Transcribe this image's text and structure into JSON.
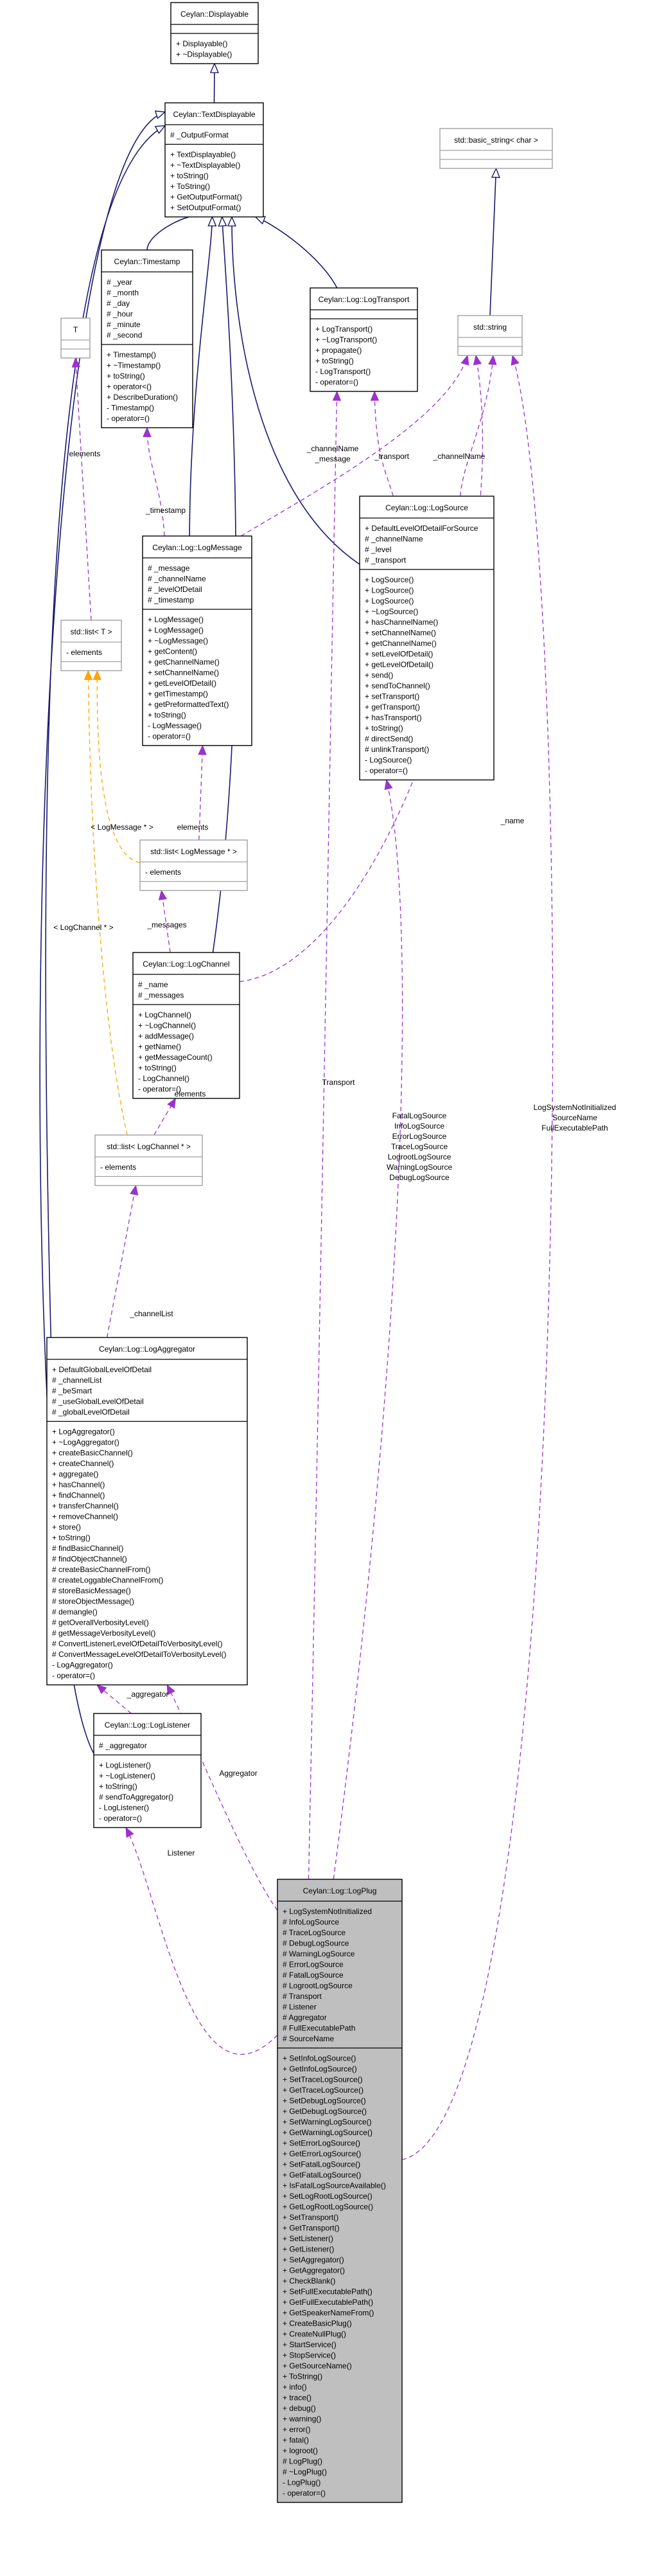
{
  "classes": [
    {
      "id": "displayable",
      "name": "Ceylan::Displayable",
      "attrs": [],
      "methods": [
        "+ Displayable()",
        "+ ~Displayable()"
      ]
    },
    {
      "id": "textdisplayable",
      "name": "Ceylan::TextDisplayable",
      "attrs": [
        "# _OutputFormat"
      ],
      "methods": [
        "+ TextDisplayable()",
        "+ ~TextDisplayable()",
        "+ toString()",
        "+ ToString()",
        "+ GetOutputFormat()",
        "+ SetOutputFormat()"
      ]
    },
    {
      "id": "basic_string",
      "name": "std::basic_string< char >",
      "style": "gray",
      "attrs": [],
      "methods": []
    },
    {
      "id": "timestamp",
      "name": "Ceylan::Timestamp",
      "attrs": [
        "# _year",
        "# _month",
        "# _day",
        "# _hour",
        "# _minute",
        "# _second"
      ],
      "methods": [
        "+ Timestamp()",
        "+ ~Timestamp()",
        "+ toString()",
        "+ operator<()",
        "+ DescribeDuration()",
        "- Timestamp()",
        "- operator=()"
      ]
    },
    {
      "id": "logtransport",
      "name": "Ceylan::Log::LogTransport",
      "attrs": [],
      "methods": [
        "+ LogTransport()",
        "+ ~LogTransport()",
        "+ propagate()",
        "+ toString()",
        "- LogTransport()",
        "- operator=()"
      ]
    },
    {
      "id": "T",
      "name": "T",
      "style": "gray",
      "attrs": [],
      "methods": []
    },
    {
      "id": "string",
      "name": "std::string",
      "style": "gray",
      "attrs": [],
      "methods": []
    },
    {
      "id": "logmessage",
      "name": "Ceylan::Log::LogMessage",
      "attrs": [
        "# _message",
        "# _channelName",
        "# _levelOfDetail",
        "# _timestamp"
      ],
      "methods": [
        "+ LogMessage()",
        "+ LogMessage()",
        "+ ~LogMessage()",
        "+ getContent()",
        "+ getChannelName()",
        "+ setChannelName()",
        "+ getLevelOfDetail()",
        "+ getTimestamp()",
        "+ getPreformattedText()",
        "+ toString()",
        "- LogMessage()",
        "- operator=()"
      ]
    },
    {
      "id": "logsource",
      "name": "Ceylan::Log::LogSource",
      "attrs": [
        "+ DefaultLevelOfDetailForSource",
        "# _channelName",
        "# _level",
        "# _transport"
      ],
      "methods": [
        "+ LogSource()",
        "+ LogSource()",
        "+ LogSource()",
        "+ ~LogSource()",
        "+ hasChannelName()",
        "+ setChannelName()",
        "+ getChannelName()",
        "+ setLevelOfDetail()",
        "+ getLevelOfDetail()",
        "+ send()",
        "+ sendToChannel()",
        "+ setTransport()",
        "+ getTransport()",
        "+ hasTransport()",
        "+ toString()",
        "# directSend()",
        "# unlinkTransport()",
        "- LogSource()",
        "- operator=()"
      ]
    },
    {
      "id": "list_T",
      "name": "std::list< T >",
      "style": "gray",
      "attrs": [
        "- elements"
      ],
      "methods": []
    },
    {
      "id": "list_logmessage",
      "name": "std::list< LogMessage * >",
      "style": "gray",
      "attrs": [
        "- elements"
      ],
      "methods": []
    },
    {
      "id": "logchannel",
      "name": "Ceylan::Log::LogChannel",
      "attrs": [
        "# _name",
        "# _messages"
      ],
      "methods": [
        "+ LogChannel()",
        "+ ~LogChannel()",
        "+ addMessage()",
        "+ getName()",
        "+ getMessageCount()",
        "+ toString()",
        "- LogChannel()",
        "- operator=()"
      ]
    },
    {
      "id": "list_logchannel",
      "name": "std::list< LogChannel * >",
      "style": "gray",
      "attrs": [
        "- elements"
      ],
      "methods": []
    },
    {
      "id": "logaggregator",
      "name": "Ceylan::Log::LogAggregator",
      "attrs": [
        "+ DefaultGlobalLevelOfDetail",
        "# _channelList",
        "# _beSmart",
        "# _useGlobalLevelOfDetail",
        "# _globalLevelOfDetail"
      ],
      "methods": [
        "+ LogAggregator()",
        "+ ~LogAggregator()",
        "+ createBasicChannel()",
        "+ createChannel()",
        "+ aggregate()",
        "+ hasChannel()",
        "+ findChannel()",
        "+ transferChannel()",
        "+ removeChannel()",
        "+ store()",
        "+ toString()",
        "# findBasicChannel()",
        "# findObjectChannel()",
        "# createBasicChannelFrom()",
        "# createLoggableChannelFrom()",
        "# storeBasicMessage()",
        "# storeObjectMessage()",
        "# demangle()",
        "# getOverallVerbosityLevel()",
        "# getMessageVerbosityLevel()",
        "# ConvertListenerLevelOfDetailToVerbosityLevel()",
        "# ConvertMessageLevelOfDetailToVerbosityLevel()",
        "- LogAggregator()",
        "- operator=()"
      ]
    },
    {
      "id": "loglistener",
      "name": "Ceylan::Log::LogListener",
      "attrs": [
        "# _aggregator"
      ],
      "methods": [
        "+ LogListener()",
        "+ ~LogListener()",
        "+ toString()",
        "# sendToAggregator()",
        "- LogListener()",
        "- operator=()"
      ]
    },
    {
      "id": "logplug",
      "name": "Ceylan::Log::LogPlug",
      "style": "focus",
      "attrs": [
        "+ LogSystemNotInitialized",
        "# InfoLogSource",
        "# TraceLogSource",
        "# DebugLogSource",
        "# WarningLogSource",
        "# ErrorLogSource",
        "# FatalLogSource",
        "# LogrootLogSource",
        "# Transport",
        "# Listener",
        "# Aggregator",
        "# FullExecutablePath",
        "# SourceName"
      ],
      "methods": [
        "+ SetInfoLogSource()",
        "+ GetInfoLogSource()",
        "+ SetTraceLogSource()",
        "+ GetTraceLogSource()",
        "+ SetDebugLogSource()",
        "+ GetDebugLogSource()",
        "+ SetWarningLogSource()",
        "+ GetWarningLogSource()",
        "+ SetErrorLogSource()",
        "+ GetErrorLogSource()",
        "+ SetFatalLogSource()",
        "+ GetFatalLogSource()",
        "+ IsFatalLogSourceAvailable()",
        "+ SetLogRootLogSource()",
        "+ GetLogRootLogSource()",
        "+ SetTransport()",
        "+ GetTransport()",
        "+ SetListener()",
        "+ GetListener()",
        "+ SetAggregator()",
        "+ GetAggregator()",
        "+ CheckBlank()",
        "+ SetFullExecutablePath()",
        "+ GetFullExecutablePath()",
        "+ GetSpeakerNameFrom()",
        "+ CreateBasicPlug()",
        "+ CreateNullPlug()",
        "+ StartService()",
        "+ StopService()",
        "+ GetSourceName()",
        "+ ToString()",
        "+ info()",
        "+ trace()",
        "+ debug()",
        "+ warning()",
        "+ error()",
        "+ fatal()",
        "+ logroot()",
        "# LogPlug()",
        "# ~LogPlug()",
        "- LogPlug()",
        "- operator=()"
      ]
    }
  ],
  "edges": [
    {
      "id": "e1",
      "kind": "inherit",
      "from": "textdisplayable",
      "to": "displayable",
      "labels": []
    },
    {
      "id": "e2",
      "kind": "inherit",
      "from": "timestamp",
      "to": "textdisplayable",
      "labels": []
    },
    {
      "id": "e3",
      "kind": "inherit",
      "from": "logtransport",
      "to": "textdisplayable",
      "labels": []
    },
    {
      "id": "e4",
      "kind": "inherit",
      "from": "logmessage",
      "to": "textdisplayable",
      "labels": []
    },
    {
      "id": "e5",
      "kind": "inherit",
      "from": "logsource",
      "to": "textdisplayable",
      "labels": []
    },
    {
      "id": "e6",
      "kind": "inherit",
      "from": "logchannel",
      "to": "textdisplayable",
      "labels": []
    },
    {
      "id": "e7",
      "kind": "inherit",
      "from": "logaggregator",
      "to": "textdisplayable",
      "labels": []
    },
    {
      "id": "e8",
      "kind": "inherit",
      "from": "loglistener",
      "to": "textdisplayable",
      "labels": []
    },
    {
      "id": "e9",
      "kind": "inherit",
      "from": "string",
      "to": "basic_string",
      "labels": []
    },
    {
      "id": "e10",
      "kind": "usage",
      "from": "logmessage",
      "to": "timestamp",
      "labels": [
        "_timestamp"
      ]
    },
    {
      "id": "e11",
      "kind": "usage",
      "from": "logmessage",
      "to": "string",
      "labels": [
        "_channelName",
        "_message"
      ]
    },
    {
      "id": "e12",
      "kind": "usage",
      "from": "logsource",
      "to": "logtransport",
      "labels": [
        "_transport"
      ]
    },
    {
      "id": "e13",
      "kind": "usage",
      "from": "logsource",
      "to": "string",
      "labels": [
        "_channelName"
      ]
    },
    {
      "id": "e14",
      "kind": "usage",
      "from": "list_T",
      "to": "T",
      "labels": [
        "elements"
      ]
    },
    {
      "id": "e15",
      "kind": "template",
      "from": "list_logmessage",
      "to": "list_T",
      "labels": [
        "< LogMessage * >"
      ]
    },
    {
      "id": "e16",
      "kind": "template",
      "from": "list_logchannel",
      "to": "list_T",
      "labels": [
        "< LogChannel * >"
      ]
    },
    {
      "id": "e17",
      "kind": "usage",
      "from": "list_logmessage",
      "to": "logmessage",
      "labels": [
        "elements"
      ]
    },
    {
      "id": "e18",
      "kind": "usage",
      "from": "logchannel",
      "to": "list_logmessage",
      "labels": [
        "_messages"
      ]
    },
    {
      "id": "e19",
      "kind": "usage",
      "from": "logchannel",
      "to": "string",
      "labels": [
        "_name"
      ]
    },
    {
      "id": "e20",
      "kind": "usage",
      "from": "list_logchannel",
      "to": "logchannel",
      "labels": [
        "elements"
      ]
    },
    {
      "id": "e21",
      "kind": "usage",
      "from": "logaggregator",
      "to": "list_logchannel",
      "labels": [
        "_channelList"
      ]
    },
    {
      "id": "e22",
      "kind": "usage",
      "from": "loglistener",
      "to": "logaggregator",
      "labels": [
        "_aggregator"
      ]
    },
    {
      "id": "e23",
      "kind": "usage",
      "from": "logplug",
      "to": "logaggregator",
      "labels": [
        "Aggregator"
      ]
    },
    {
      "id": "e24",
      "kind": "usage",
      "from": "logplug",
      "to": "loglistener",
      "labels": [
        "Listener"
      ]
    },
    {
      "id": "e25",
      "kind": "usage",
      "from": "logplug",
      "to": "logtransport",
      "labels": [
        "Transport"
      ]
    },
    {
      "id": "e26",
      "kind": "usage",
      "from": "logplug",
      "to": "logsource",
      "labels": [
        "FatalLogSource",
        "InfoLogSource",
        "ErrorLogSource",
        "TraceLogSource",
        "LogrootLogSource",
        "WarningLogSource",
        "DebugLogSource"
      ]
    },
    {
      "id": "e27",
      "kind": "usage",
      "from": "logplug",
      "to": "string",
      "labels": [
        "LogSystemNotInitialized",
        "SourceName",
        "FullExecutablePath"
      ]
    }
  ]
}
